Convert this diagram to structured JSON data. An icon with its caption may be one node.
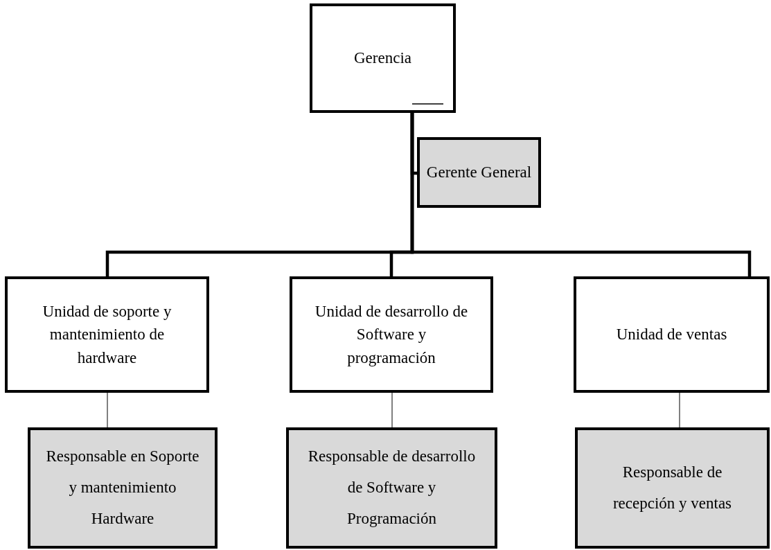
{
  "diagram": {
    "nodes": [
      {
        "text": [
          "Gerencia"
        ]
      },
      {
        "text": [
          "Gerente General"
        ]
      },
      {
        "text": [
          "Unidad de soporte y mantenimiento de hardware"
        ]
      },
      {
        "text": [
          "Unidad de desarrollo de Software y programación"
        ]
      },
      {
        "text": [
          "Unidad de ventas"
        ]
      },
      {
        "text": [
          "Responsable en Soporte y mantenimiento Hardware"
        ]
      },
      {
        "text": [
          "Responsable de desarrollo de Software y Programación"
        ]
      },
      {
        "text": [
          "Responsable de recepción y ventas"
        ]
      }
    ],
    "edges": [
      {
        "from": 0,
        "to": 1,
        "arrow": "none"
      },
      {
        "from": 0,
        "to": 2,
        "arrow": "none"
      },
      {
        "from": 0,
        "to": 3,
        "arrow": "none"
      },
      {
        "from": 0,
        "to": 4,
        "arrow": "none"
      },
      {
        "from": 2,
        "to": 5,
        "arrow": "none"
      },
      {
        "from": 3,
        "to": 6,
        "arrow": "none"
      },
      {
        "from": 4,
        "to": 7,
        "arrow": "none"
      }
    ]
  }
}
